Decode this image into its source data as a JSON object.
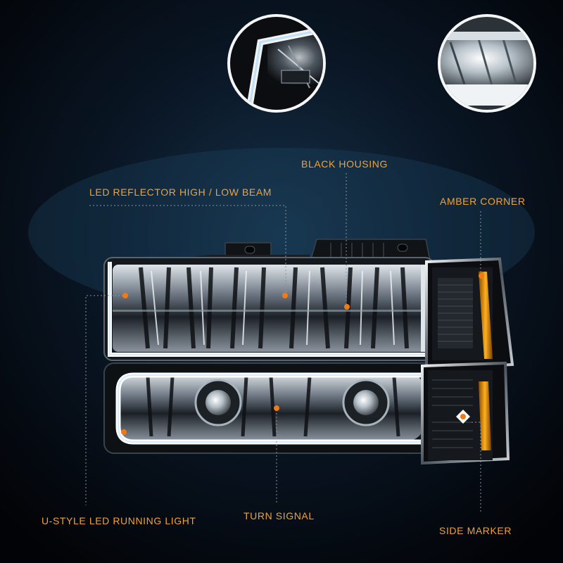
{
  "callouts": {
    "led_reflector": "LED REFLECTOR HIGH / LOW BEAM",
    "black_housing": "BLACK HOUSING",
    "amber_corner": "AMBER CORNER",
    "u_style_led": "U-STYLE LED RUNNING LIGHT",
    "turn_signal": "TURN SIGNAL",
    "side_marker": "SIDE MARKER"
  },
  "colors": {
    "callout_text": "#f0a23a",
    "marker_dot": "#f07a16",
    "background_top": "#0a1726",
    "background_bottom": "#020306"
  }
}
